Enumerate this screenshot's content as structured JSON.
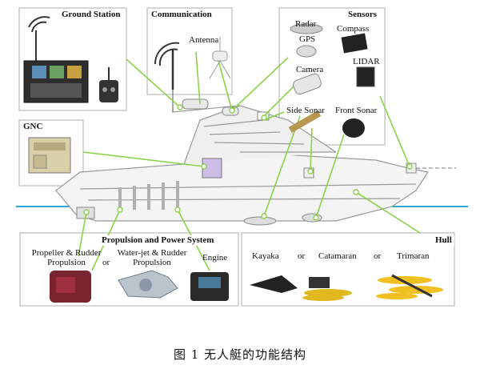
{
  "boxes": {
    "ground_station": "Ground Station",
    "communication": "Communication",
    "sensors": "Sensors",
    "gnc": "GNC",
    "propulsion": "Propulsion and Power System",
    "hull": "Hull"
  },
  "components": {
    "antenna": "Antenna",
    "radar": "Radar",
    "gps": "GPS",
    "compass": "Compass",
    "camera": "Camera",
    "lidar": "LIDAR",
    "side_sonar": "Side Sonar",
    "front_sonar": "Front Sonar",
    "propeller_line1": "Propeller & Rudder",
    "propeller_line2": "Propulsion",
    "waterjet_line1": "Water-jet & Rudder",
    "waterjet_line2": "Propulsion",
    "engine": "Engine",
    "or": "or",
    "kayaka": "Kayaka",
    "catamaran": "Catamaran",
    "trimaran": "Trimaran"
  },
  "caption": "图 1 无人艇的功能结构",
  "colors": {
    "connector": "#8bd24a",
    "waterline": "#29a8d8",
    "box_border": "#c9c9c9"
  }
}
